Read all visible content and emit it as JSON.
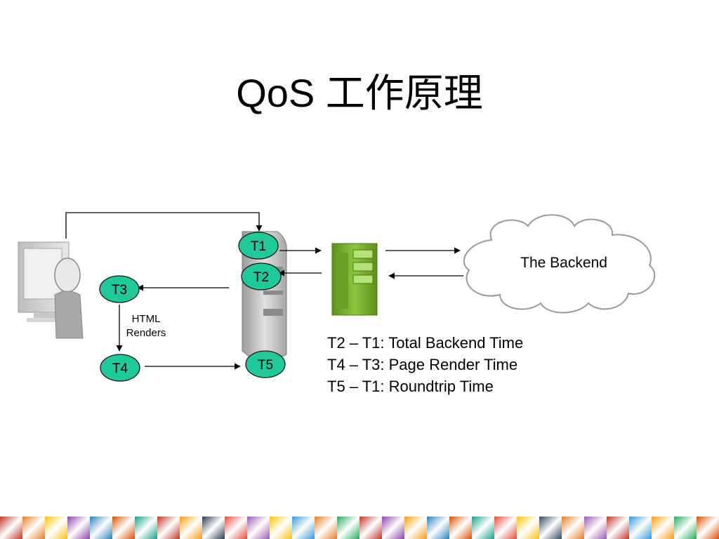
{
  "slide": {
    "title": "QoS 工作原理"
  },
  "diagram": {
    "nodes": {
      "t1": "T1",
      "t2": "T2",
      "t3": "T3",
      "t4": "T4",
      "t5": "T5"
    },
    "html_renders_line1": "HTML",
    "html_renders_line2": "Renders",
    "backend_label": "The Backend",
    "node_color": "#1fc99a",
    "server_color": "#7cb52a"
  },
  "legend": {
    "items": [
      "T2 – T1: Total Backend Time",
      "T4 – T3: Page Render Time",
      "T5 – T1: Roundtrip Time"
    ]
  },
  "footer": {
    "colors": [
      "#c0392b",
      "#e67e22",
      "#f1c40f",
      "#8e44ad",
      "#2980b9",
      "#d35400",
      "#16a085",
      "#c0392b",
      "#f39c12",
      "#2c3e50",
      "#e74c3c",
      "#9b59b6",
      "#f1c40f",
      "#3498db",
      "#e67e22",
      "#27ae60",
      "#c0392b",
      "#8e44ad",
      "#f39c12",
      "#2980b9",
      "#d35400",
      "#16a085",
      "#e74c3c",
      "#f1c40f",
      "#34495e",
      "#e67e22",
      "#9b59b6",
      "#c0392b",
      "#3498db",
      "#f39c12",
      "#27ae60",
      "#d35400"
    ]
  }
}
